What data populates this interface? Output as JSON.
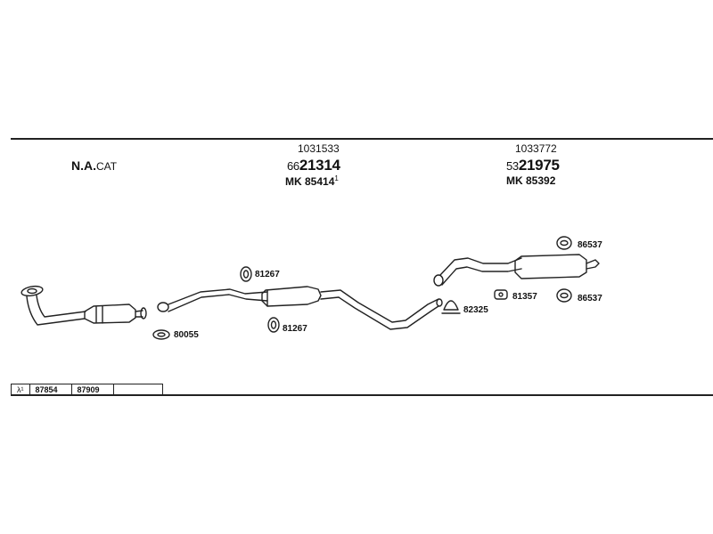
{
  "header": {
    "cat_main": "N.A.",
    "cat_suffix": "CAT"
  },
  "sections": [
    {
      "ref": "1031533",
      "part_prefix": "66",
      "part_main": "21314",
      "mk": "MK 85414",
      "mk_sup": "1"
    },
    {
      "ref": "1033772",
      "part_prefix": "53",
      "part_main": "21975",
      "mk": "MK 85392",
      "mk_sup": ""
    }
  ],
  "labels": {
    "gasket_front": "80055",
    "hanger_mid_top": "81267",
    "hanger_mid_bottom": "81267",
    "clamp": "82325",
    "bracket_rear": "81357",
    "hanger_rear_top": "86537",
    "hanger_rear_bottom": "86537"
  },
  "legend": {
    "symbol": "λ¹",
    "cells": [
      "87854",
      "87909",
      ""
    ]
  }
}
